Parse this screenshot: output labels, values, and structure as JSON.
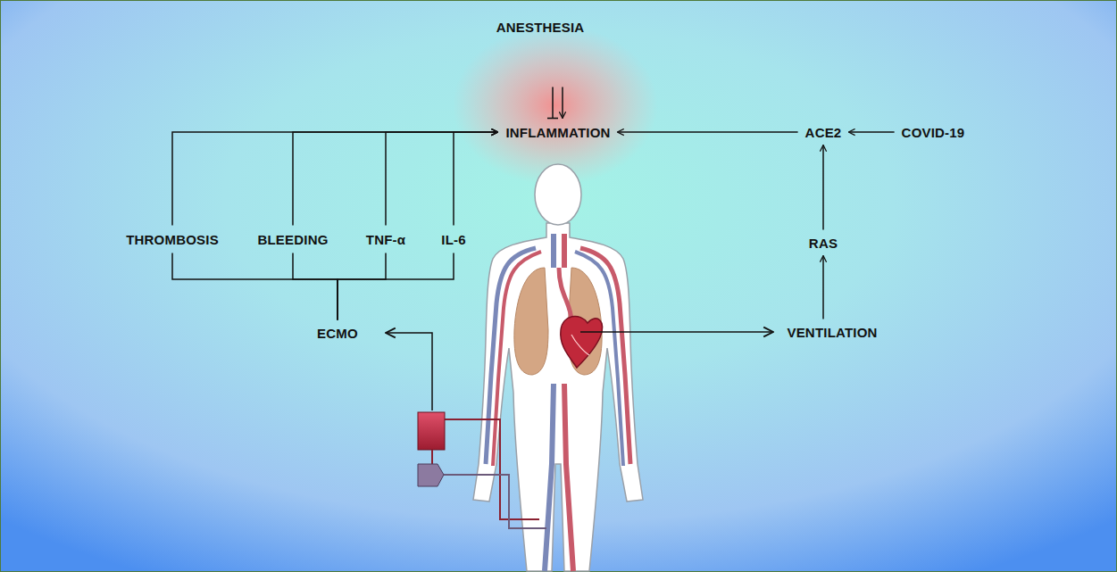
{
  "diagram": {
    "nodes": [
      {
        "text": [
          "ANESTHESIA"
        ]
      },
      {
        "text": [
          "INFLAMMATION"
        ]
      },
      {
        "text": [
          "ACE2"
        ]
      },
      {
        "text": [
          "COVID-19"
        ]
      },
      {
        "text": [
          "THROMBOSIS"
        ]
      },
      {
        "text": [
          "BLEEDING"
        ]
      },
      {
        "text": [
          "TNF-α"
        ]
      },
      {
        "text": [
          "IL-6"
        ]
      },
      {
        "text": [
          "RAS"
        ]
      },
      {
        "text": [
          "ECMO"
        ]
      },
      {
        "text": [
          "VENTILATION"
        ]
      }
    ],
    "edges": [
      {
        "from": 3,
        "to": 2,
        "arrow": "to"
      },
      {
        "from": 2,
        "to": 1,
        "arrow": "to"
      },
      {
        "from": 8,
        "to": 2,
        "arrow": "to"
      },
      {
        "from": 10,
        "to": 8,
        "arrow": "to"
      },
      {
        "from": 0,
        "to": 1,
        "arrow": "to"
      },
      {
        "from": 0,
        "to": 1,
        "arrow": "none"
      },
      {
        "from": 4,
        "to": 1,
        "arrow": "to"
      },
      {
        "from": 5,
        "to": 1,
        "arrow": "to"
      },
      {
        "from": 6,
        "to": 1,
        "arrow": "to"
      },
      {
        "from": 7,
        "to": 1,
        "arrow": "to"
      },
      {
        "from": 9,
        "to": 4,
        "arrow": "none"
      },
      {
        "from": 9,
        "to": 5,
        "arrow": "none"
      },
      {
        "from": 9,
        "to": 6,
        "arrow": "none"
      },
      {
        "from": 9,
        "to": 7,
        "arrow": "none"
      }
    ]
  }
}
